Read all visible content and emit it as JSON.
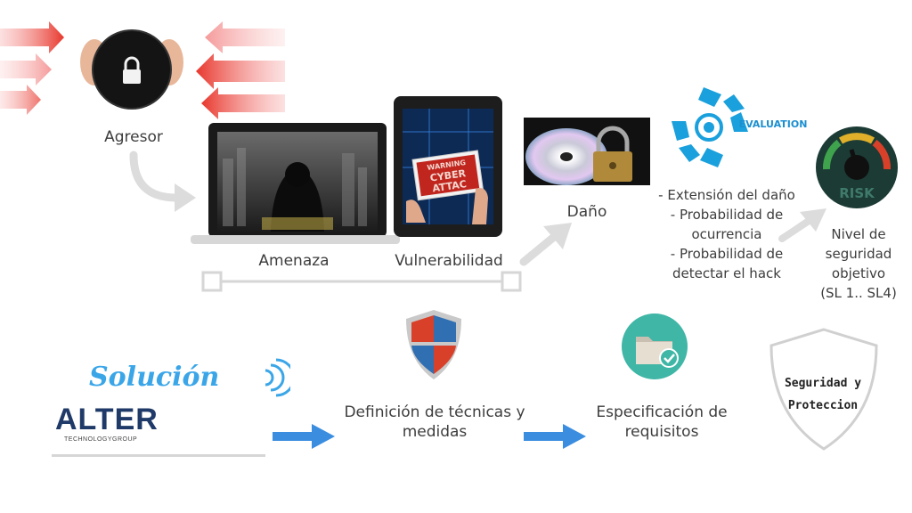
{
  "nodes": {
    "attacker": "Agresor",
    "threat": "Amenaza",
    "vulnerability": "Vulnerabilidad",
    "damage": "Daño",
    "evaluation_logo": "EVALUATION",
    "evaluation_items": [
      "- Extensión del daño",
      "- Probabilidad de",
      "ocurrencia",
      "- Probabilidad de",
      "detectar el hack"
    ],
    "target_level": [
      "Nivel de",
      "seguridad",
      "objetivo",
      "(SL 1.. SL4)"
    ],
    "risk_gauge": "RISK"
  },
  "tablet_screen": {
    "line1": "WARNING",
    "line2": "CYBER",
    "line3": "ATTAC"
  },
  "solution": {
    "heading": "Solución",
    "brand": "ALTER",
    "brand_sub": "TECHNOLOGYGROUP",
    "step1": [
      "Definición de técnicas y",
      "medidas"
    ],
    "step2": [
      "Especificación de",
      "requisitos"
    ],
    "result": [
      "Seguridad y",
      "Proteccion"
    ]
  },
  "colors": {
    "arrow_blue": "#3b8de0",
    "arrow_gray": "#dcdcdc",
    "attack_red": "#e8372c",
    "evaluation_blue": "#1aa0dc",
    "folder_teal": "#3fb6a6",
    "shield_red": "#d8402a",
    "shield_blue": "#2f6fb2"
  }
}
